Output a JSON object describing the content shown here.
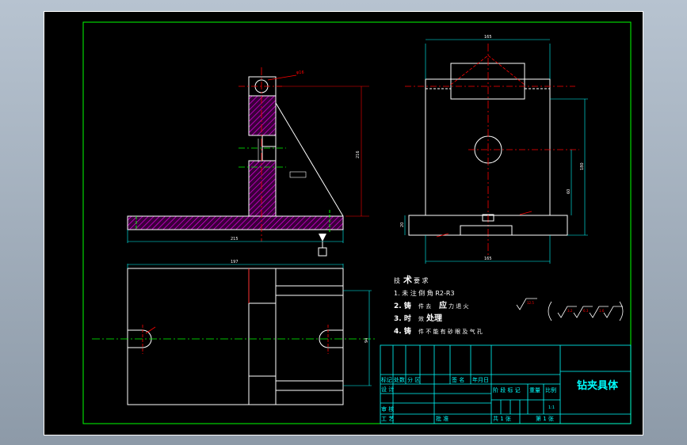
{
  "colors": {
    "frame": "#00ff00",
    "geometry": "#ffffff",
    "dimension": "#00ffff",
    "center": "#ff0000",
    "hatch": "#ff00ff",
    "note": "#ffffff",
    "title": "#00ffff"
  },
  "dims": {
    "top_width": "165",
    "bottom_width": "165",
    "right_height": "180",
    "left_height": "216",
    "base_length": "215",
    "plan_length": "197",
    "plan_height": "94",
    "side_left": "20",
    "side_mid": "60",
    "hole_dim": "φ16"
  },
  "tech": {
    "heading_a": "技",
    "heading_b": "术",
    "heading_c": "要  求",
    "item1": "1. 未 注 倒 角 R2-R3",
    "item2a": "2. 铸",
    "item2b": "件 去",
    "item2c": "应",
    "item2d": "力 退 火",
    "item3a": "3. 时",
    "item3b": "效",
    "item3c": "处理",
    "item4a": "4. 铸",
    "item4b": "件 不 能 有 砂 眼 及 气 孔"
  },
  "roughness": {
    "first": "12.5",
    "a": "3.2",
    "b": "6.3",
    "c": "1.6"
  },
  "title_block": {
    "part_name": "钻夹具体",
    "row_labels": [
      "标记",
      "处数",
      "分 区",
      "签 名",
      "年月日"
    ],
    "design": "设 计",
    "check": "审 核",
    "process": "工 艺",
    "approve": "批 准",
    "stage_label": "阶 段 标 记",
    "weight_label": "重量",
    "scale_label": "比例",
    "scale_value": "1:1",
    "sheets_total": "共 1 张",
    "sheet_num": "第 1 张"
  }
}
